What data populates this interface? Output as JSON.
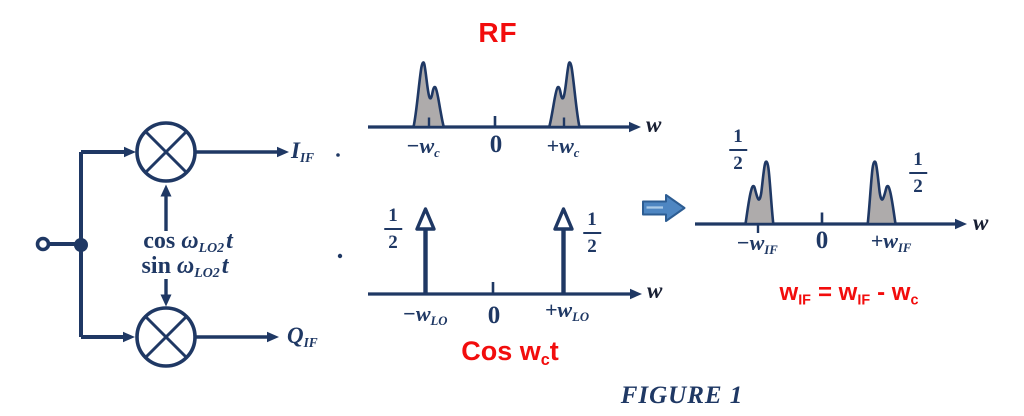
{
  "colors": {
    "navy": "#1f3864",
    "red": "#f20d0d",
    "bump_fill": "#aeabab",
    "arrow_fill": "#4e86c2",
    "arrow_edge": "#2d5d93"
  },
  "circuit": {
    "i_output": {
      "base": "I",
      "sub": "IF"
    },
    "q_output": {
      "base": "Q",
      "sub": "IF"
    },
    "cos_label": {
      "fn": "cos",
      "omega": "ω",
      "sub": "LO2",
      "post": "t"
    },
    "sin_label": {
      "fn": "sin",
      "omega": "ω",
      "sub": "LO2",
      "post": "t"
    }
  },
  "rf_spectrum": {
    "title": "RF",
    "axis_label": "w",
    "neg_tick": {
      "base": "−w",
      "sub": "c"
    },
    "zero_tick": "0",
    "pos_tick": {
      "base": "+w",
      "sub": "c"
    }
  },
  "lo_spectrum": {
    "title": {
      "pre": "Cos w",
      "sub": "c",
      "post": "t"
    },
    "axis_label": "w",
    "left_weight": {
      "num": "1",
      "den": "2"
    },
    "right_weight": {
      "num": "1",
      "den": "2"
    },
    "neg_tick": {
      "base": "−w",
      "sub": "LO"
    },
    "zero_tick": "0",
    "pos_tick": {
      "base": "+w",
      "sub": "LO"
    }
  },
  "if_spectrum": {
    "axis_label": "w",
    "left_weight": {
      "num": "1",
      "den": "2"
    },
    "right_weight": {
      "num": "1",
      "den": "2"
    },
    "neg_tick": {
      "base": "−w",
      "sub": "IF"
    },
    "zero_tick": "0",
    "pos_tick": {
      "base": "+w",
      "sub": "IF"
    },
    "formula": {
      "p1": "w",
      "s1": "IF",
      "p2": "= w",
      "s2": "IF",
      "p3": "- w",
      "s3": "c"
    }
  },
  "caption": "FIGURE 1"
}
